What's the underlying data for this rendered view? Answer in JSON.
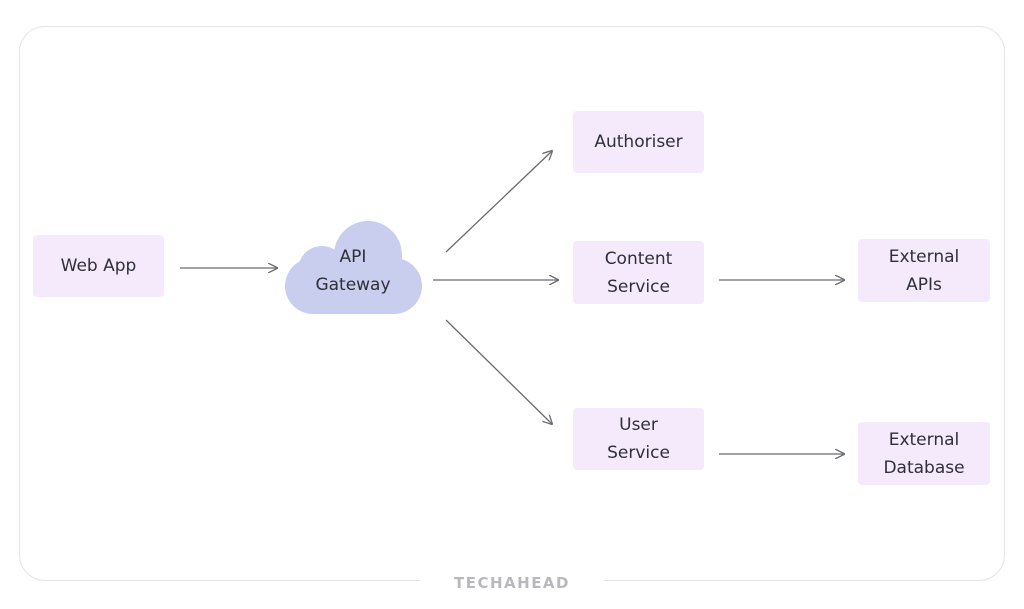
{
  "nodes": {
    "web_app": "Web App",
    "api_gateway": "API\nGateway",
    "authoriser": "Authoriser",
    "content_service": "Content\nService",
    "user_service": "User\nService",
    "external_apis": "External\nAPIs",
    "external_database": "External\nDatabase"
  },
  "watermark": "TECHAHEAD",
  "colors": {
    "box_fill": "#f5eafb",
    "cloud_fill": "#c9cdee",
    "arrow": "#6a6a70",
    "frame_border": "#e4e4ea",
    "watermark": "#b9b9bd"
  }
}
